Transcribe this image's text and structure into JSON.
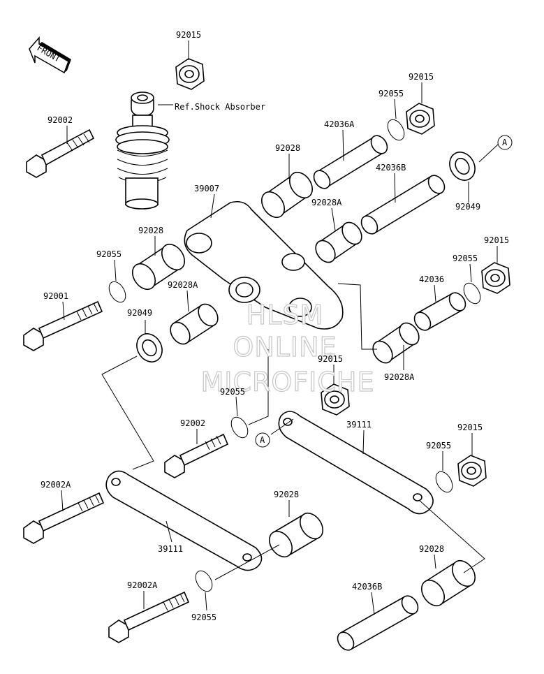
{
  "front_label": "FRONT",
  "ref_label": "Ref.Shock Absorber",
  "callout_letter": "A",
  "watermark": [
    "HLSM",
    "ONLINE",
    "MICROFICHE"
  ],
  "part_labels": [
    {
      "id": "p1",
      "text": "92015"
    },
    {
      "id": "p2",
      "text": "92015"
    },
    {
      "id": "p3",
      "text": "92055"
    },
    {
      "id": "p4",
      "text": "92002"
    },
    {
      "id": "p5",
      "text": "42036A"
    },
    {
      "id": "p6",
      "text": "92028"
    },
    {
      "id": "p7",
      "text": "42036B"
    },
    {
      "id": "p8",
      "text": "92049"
    },
    {
      "id": "p9",
      "text": "39007"
    },
    {
      "id": "p10",
      "text": "92028A"
    },
    {
      "id": "p11",
      "text": "92028"
    },
    {
      "id": "p12",
      "text": "92055"
    },
    {
      "id": "p13",
      "text": "92015"
    },
    {
      "id": "p14",
      "text": "92055"
    },
    {
      "id": "p15",
      "text": "92001"
    },
    {
      "id": "p16",
      "text": "92028A"
    },
    {
      "id": "p17",
      "text": "42036"
    },
    {
      "id": "p18",
      "text": "92049"
    },
    {
      "id": "p19",
      "text": "92015"
    },
    {
      "id": "p20",
      "text": "92028A"
    },
    {
      "id": "p21",
      "text": "92055"
    },
    {
      "id": "p22",
      "text": "92002"
    },
    {
      "id": "p23",
      "text": "39111"
    },
    {
      "id": "p24",
      "text": "92015"
    },
    {
      "id": "p25",
      "text": "92055"
    },
    {
      "id": "p26",
      "text": "92002A"
    },
    {
      "id": "p27",
      "text": "92028"
    },
    {
      "id": "p28",
      "text": "39111"
    },
    {
      "id": "p29",
      "text": "92028"
    },
    {
      "id": "p30",
      "text": "92002A"
    },
    {
      "id": "p31",
      "text": "42036B"
    },
    {
      "id": "p32",
      "text": "92055"
    }
  ]
}
